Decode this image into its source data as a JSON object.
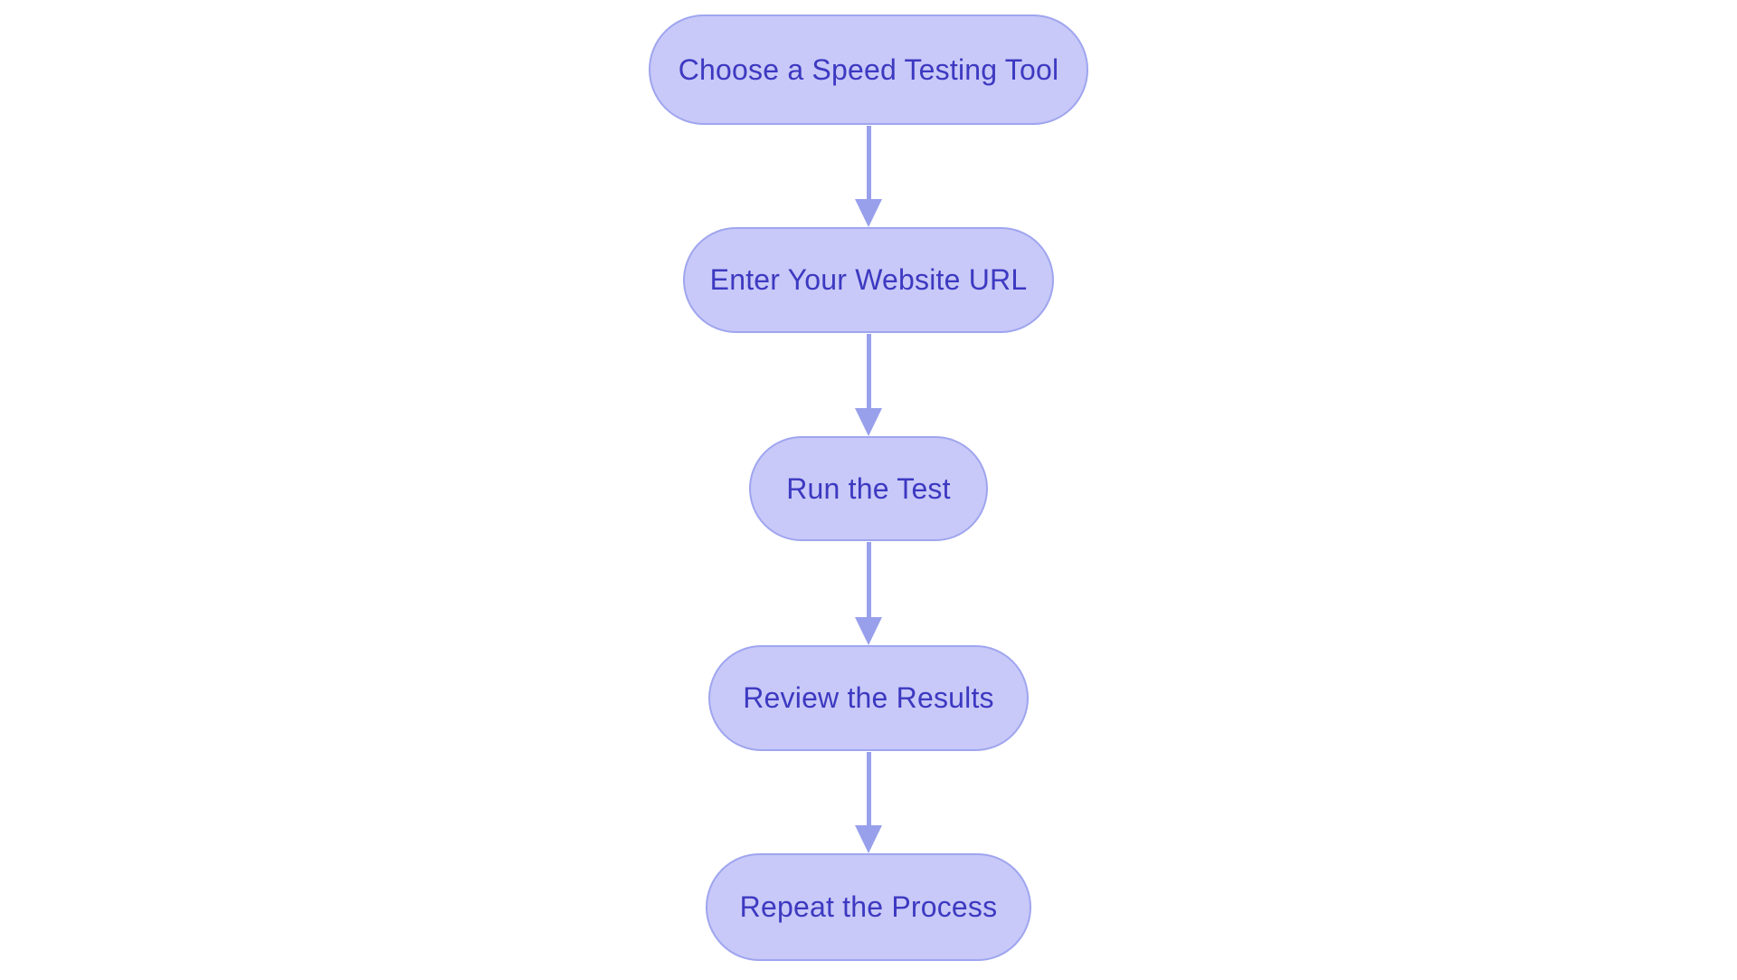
{
  "colors": {
    "background": "#ffffff",
    "node_fill": "#c8c9f8",
    "node_border": "#9fa5ef",
    "node_text": "#3d39c1",
    "arrow": "#98a0ec"
  },
  "flowchart": {
    "type": "flowchart",
    "direction": "top-down",
    "nodes": [
      {
        "id": "step-1",
        "label": "Choose a Speed Testing Tool"
      },
      {
        "id": "step-2",
        "label": "Enter Your Website URL"
      },
      {
        "id": "step-3",
        "label": "Run the Test"
      },
      {
        "id": "step-4",
        "label": "Review the Results"
      },
      {
        "id": "step-5",
        "label": "Repeat the Process"
      }
    ],
    "edges": [
      {
        "from": "step-1",
        "to": "step-2"
      },
      {
        "from": "step-2",
        "to": "step-3"
      },
      {
        "from": "step-3",
        "to": "step-4"
      },
      {
        "from": "step-4",
        "to": "step-5"
      }
    ]
  }
}
